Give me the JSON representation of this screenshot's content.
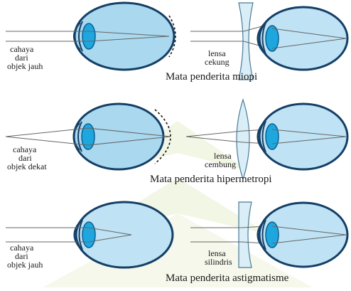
{
  "colors": {
    "sclera_stroke": "#143f66",
    "eye_fill": "#bfe2f4",
    "eye_fill_left": "#a9d8ef",
    "lens_fill": "#1ea7de",
    "lens_stroke": "#0b5f92",
    "ray": "#666666",
    "watermark": "#eef3dc"
  },
  "icons": {
    "concave_lens": "concave-lens-icon",
    "convex_lens": "convex-lens-icon",
    "cylindrical_lens": "cylindrical-lens-icon",
    "eye": "eye-icon"
  },
  "rows": [
    {
      "id": "miopi",
      "left_label": [
        "cahaya",
        "dari",
        "objek jauh"
      ],
      "lens_label": [
        "lensa",
        "cekung"
      ],
      "caption": "Mata penderita miopi"
    },
    {
      "id": "hipermetropi",
      "left_label": [
        "cahaya",
        "dari",
        "objek dekat"
      ],
      "lens_label": [
        "lensa",
        "cembung"
      ],
      "caption": "Mata penderita hipermetropi"
    },
    {
      "id": "astigmatisme",
      "left_label": [
        "cahaya",
        "dari",
        "objek jauh"
      ],
      "lens_label": [
        "lensa",
        "silindris"
      ],
      "caption": "Mata penderita astigmatisme"
    }
  ]
}
